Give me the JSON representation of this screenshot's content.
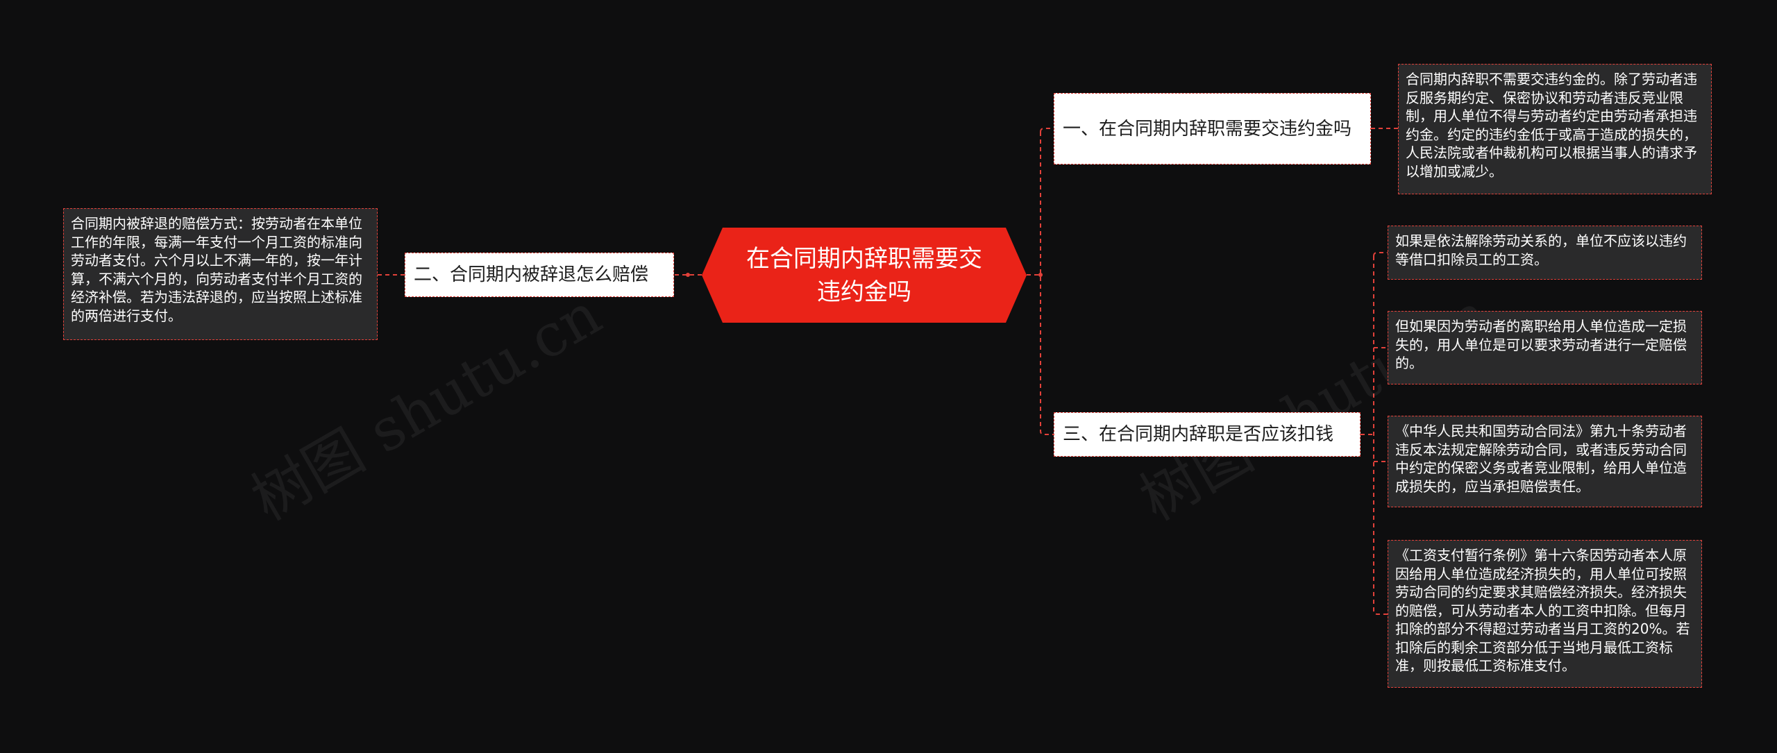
{
  "root": {
    "label": "在合同期内辞职需要交违约金吗"
  },
  "branches": [
    {
      "label": "一、在合同期内辞职需要交违约金吗",
      "leaves": [
        "合同期内辞职不需要交违约金的。除了劳动者违反服务期约定、保密协议和劳动者违反竞业限制，用人单位不得与劳动者约定由劳动者承担违约金。约定的违约金低于或高于造成的损失的，人民法院或者仲裁机构可以根据当事人的请求予以增加或减少。"
      ]
    },
    {
      "label": "二、合同期内被辞退怎么赔偿",
      "leaves": [
        "合同期内被辞退的赔偿方式：按劳动者在本单位工作的年限，每满一年支付一个月工资的标准向劳动者支付。六个月以上不满一年的，按一年计算，不满六个月的，向劳动者支付半个月工资的经济补偿。若为违法辞退的，应当按照上述标准的两倍进行支付。"
      ]
    },
    {
      "label": "三、在合同期内辞职是否应该扣钱",
      "leaves": [
        "如果是依法解除劳动关系的，单位不应该以违约等借口扣除员工的工资。",
        "但如果因为劳动者的离职给用人单位造成一定损失的，用人单位是可以要求劳动者进行一定赔偿的。",
        "《中华人民共和国劳动合同法》第九十条劳动者违反本法规定解除劳动合同，或者违反劳动合同中约定的保密义务或者竞业限制，给用人单位造成损失的，应当承担赔偿责任。",
        "《工资支付暂行条例》第十六条因劳动者本人原因给用人单位造成经济损失的，用人单位可按照劳动合同的约定要求其赔偿经济损失。经济损失的赔偿，可从劳动者本人的工资中扣除。但每月扣除的部分不得超过劳动者当月工资的20%。若扣除后的剩余工资部分低于当地月最低工资标准，则按最低工资标准支付。"
      ]
    }
  ],
  "watermark": "树图 shutu.cn",
  "colors": {
    "background": "#0e0e0f",
    "root_fill": "#ea2318",
    "connector": "#e2413a",
    "leaf_fill": "#2a2a2b",
    "branch_fill": "#ffffff"
  }
}
